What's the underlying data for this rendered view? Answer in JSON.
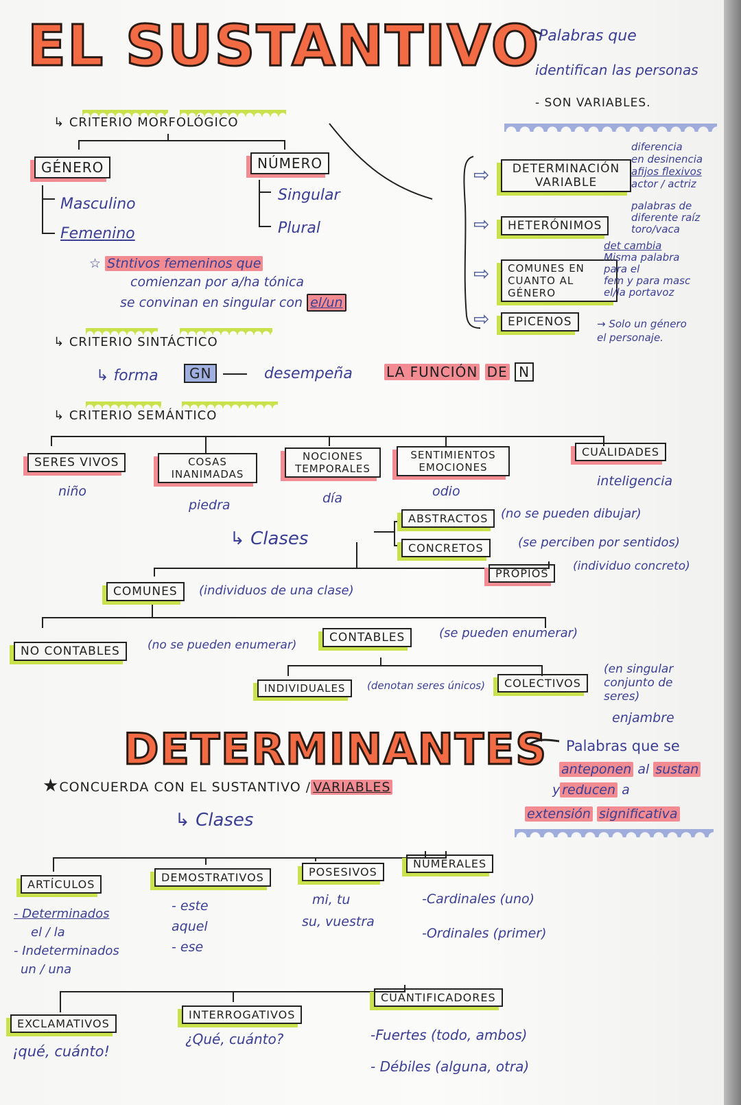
{
  "sustantivo": {
    "title": "EL SUSTANTIVO",
    "definition": [
      "Palabras que",
      "identifican las personas",
      "- SON VARIABLES."
    ],
    "morfologico": {
      "label": "CRITERIO MORFOLÓGICO",
      "genero": {
        "label": "GÉNERO",
        "items": [
          "Masculino",
          "Femenino"
        ]
      },
      "numero": {
        "label": "NÚMERO",
        "items": [
          "Singular",
          "Plural"
        ]
      },
      "note": [
        "Stntivos femeninos que",
        "comienzan por a/ha tónica",
        "se convinan en singular con",
        "el/un"
      ],
      "tipos": [
        {
          "label": "DETERMINACIÓN VARIABLE",
          "desc": [
            "diferencia",
            "en desinencia",
            "afijos flexivos",
            "actor / actriz"
          ]
        },
        {
          "label": "HETERÓNIMOS",
          "desc": [
            "palabras de",
            "diferente raíz",
            "toro/vaca"
          ]
        },
        {
          "label": "COMUNES EN CUANTO AL GÉNERO",
          "desc": [
            "det cambia",
            "Misma palabra",
            "para el",
            "fem y para masc",
            "el/la portavoz"
          ]
        },
        {
          "label": "EPICENOS",
          "desc": [
            "Solo un género",
            "el personaje."
          ]
        }
      ]
    },
    "sintactico": {
      "label": "CRITERIO SINTÁCTICO",
      "forma": "forma",
      "gn": "GN",
      "desempena": "desempeña",
      "funcion": "LA FUNCIÓN",
      "de": "DE",
      "n": "N"
    },
    "semantico": {
      "label": "CRITERIO SEMÁNTICO",
      "categorias": [
        {
          "label": "SERES VIVOS",
          "ejemplo": "niño"
        },
        {
          "label": "COSAS INANIMADAS",
          "ejemplo": "piedra"
        },
        {
          "label": "NOCIONES TEMPORALES",
          "ejemplo": "día"
        },
        {
          "label": "SENTIMIENTOS EMOCIONES",
          "ejemplo": "odio"
        },
        {
          "label": "CUALIDADES",
          "ejemplo": "inteligencia"
        }
      ]
    },
    "clases": {
      "label": "Clases",
      "abstractos": {
        "label": "ABSTRACTOS",
        "desc": "(no se pueden dibujar)"
      },
      "concretos": {
        "label": "CONCRETOS",
        "desc": "(se perciben por sentidos)"
      },
      "propios": {
        "label": "PROPIOS",
        "desc": "(individuo concreto)"
      },
      "comunes": {
        "label": "COMUNES",
        "desc": "(individuos de una clase)"
      },
      "no_contables": {
        "label": "NO CONTABLES",
        "desc": "(no se pueden enumerar)"
      },
      "contables": {
        "label": "CONTABLES",
        "desc": "(se pueden enumerar)"
      },
      "individuales": {
        "label": "INDIVIDUALES",
        "desc": "(denotan seres únicos)"
      },
      "colectivos": {
        "label": "COLECTIVOS",
        "desc": "(en singular conjunto de seres)",
        "ejemplo": "enjambre"
      }
    }
  },
  "determinantes": {
    "title": "DETERMINANTES",
    "definition": [
      "Palabras que se",
      "anteponen",
      "al",
      "sustan",
      "y",
      "reducen",
      "a",
      "extensión",
      "significativa"
    ],
    "concuerda": "CONCUERDA CON EL SUSTANTIVO /",
    "variables": "VARIABLES",
    "clases_label": "Clases",
    "articulos": {
      "label": "ARTÍCULOS",
      "items": [
        "- Determinados",
        "el / la",
        "- Indeterminados",
        "un / una"
      ]
    },
    "demostrativos": {
      "label": "DEMOSTRATIVOS",
      "items": [
        "- este",
        "aquel",
        "- ese"
      ]
    },
    "posesivos": {
      "label": "POSESIVOS",
      "items": [
        "mi, tu",
        "su, vuestra"
      ]
    },
    "numerales": {
      "label": "NUMERALES",
      "items": [
        "-Cardinales (uno)",
        "-Ordinales (primer)"
      ]
    },
    "exclamativos": {
      "label": "EXCLAMATIVOS",
      "items": [
        "¡qué, cuánto!"
      ]
    },
    "interrogativos": {
      "label": "INTERROGATIVOS",
      "items": [
        "¿Qué, cuánto?"
      ]
    },
    "cuantificadores": {
      "label": "CUANTIFICADORES",
      "items": [
        "-Fuertes (todo, ambos)",
        "- Débiles (alguna, otra)"
      ]
    }
  },
  "colors": {
    "title": "#f26b45",
    "pink": "#f28c92",
    "green": "#c9e14b",
    "ink_blue": "#3b3f93"
  }
}
